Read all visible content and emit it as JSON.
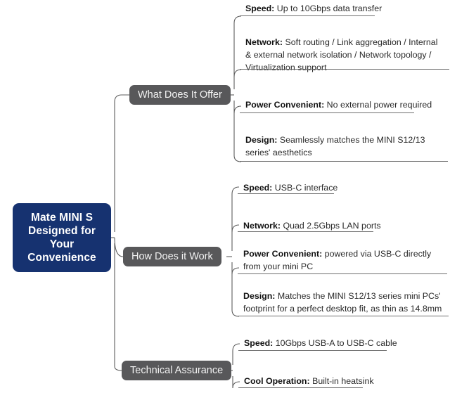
{
  "diagram": {
    "type": "mind-map",
    "title": "Mate MINI S product mind map",
    "colors": {
      "root_fill": "#163270",
      "root_text": "#ffffff",
      "branch_fill": "#58585a",
      "branch_text": "#f2f2f2",
      "connector_line": "#5e5e5e",
      "leaf_underline": "#6f6f6f",
      "leaf_text": "#1c1c1c",
      "background": "#ffffff"
    },
    "root": {
      "label": "Mate MINI S Designed for Your Convenience"
    },
    "branches": [
      {
        "id": "what-does-it-offer",
        "label": "What Does It Offer",
        "leaves": [
          {
            "key": "Speed:",
            "value": "Up to 10Gbps data transfer"
          },
          {
            "key": "Network:",
            "value": "Soft routing / Link aggregation / Internal & external network isolation / Network topology / Virtualization support"
          },
          {
            "key": "Power Convenient:",
            "value": "No external power required"
          },
          {
            "key": "Design:",
            "value": "Seamlessly matches the MINI S12/13 series' aesthetics"
          }
        ]
      },
      {
        "id": "how-does-it-work",
        "label": "How Does it Work",
        "leaves": [
          {
            "key": "Speed:",
            "value": "USB-C interface"
          },
          {
            "key": "Network:",
            "value": "Quad 2.5Gbps LAN ports"
          },
          {
            "key": "Power Convenient:",
            "value": "powered via USB-C directly from your mini PC"
          },
          {
            "key": "Design:",
            "value": "Matches the MINI S12/13 series mini PCs' footprint for a perfect desktop fit, as thin as 14.8mm"
          }
        ]
      },
      {
        "id": "technical-assurance",
        "label": "Technical Assurance",
        "leaves": [
          {
            "key": "Speed:",
            "value": "10Gbps USB-A to USB-C cable"
          },
          {
            "key": "Cool Operation:",
            "value": "Built-in heatsink"
          }
        ]
      }
    ]
  }
}
